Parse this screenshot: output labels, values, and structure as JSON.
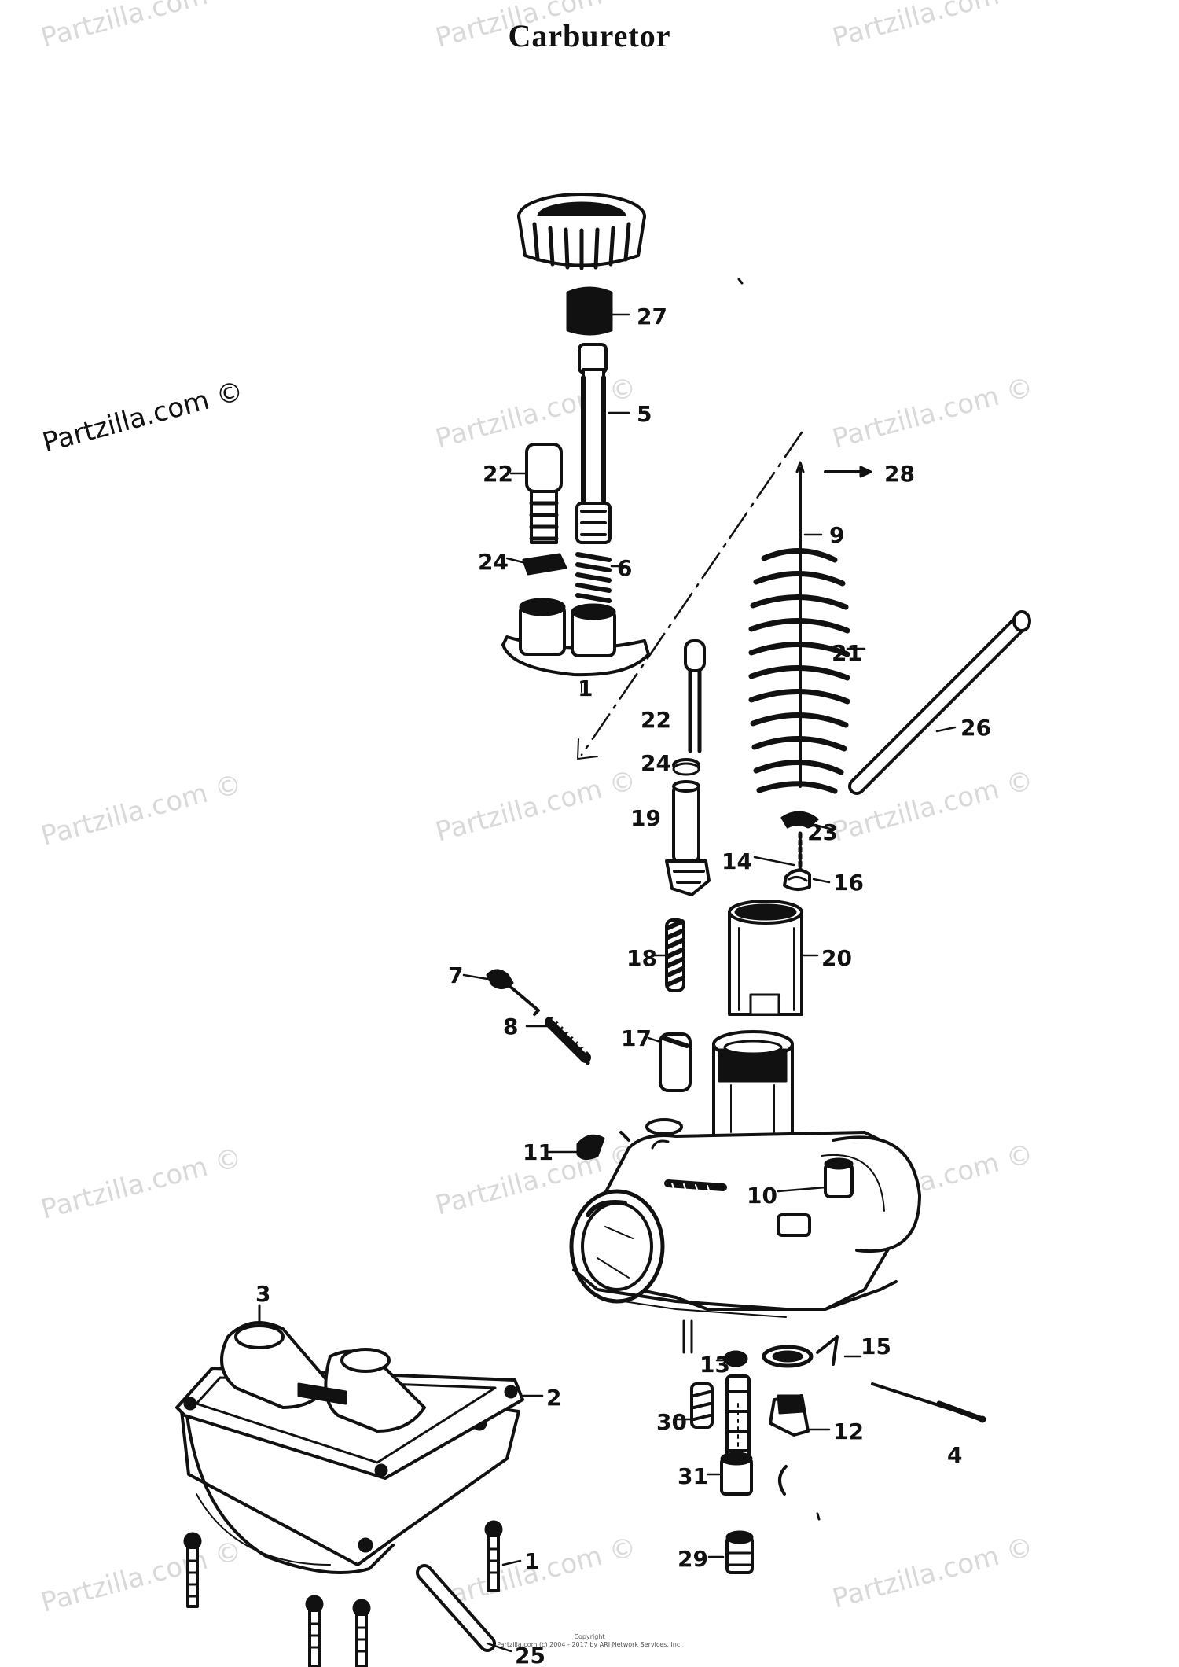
{
  "title": "Carburetor",
  "watermark_text": "Partzilla.com ©",
  "copyright": {
    "line1": "Copyright",
    "line2": "Partzilla.com (c) 2004 - 2017 by ARI Network Services, Inc."
  },
  "callouts": [
    "27",
    "5",
    "22",
    "24",
    "6",
    "1",
    "28",
    "9",
    "21",
    "22",
    "24",
    "26",
    "19",
    "23",
    "14",
    "16",
    "18",
    "20",
    "7",
    "8",
    "17",
    "11",
    "10",
    "3",
    "2",
    "15",
    "13",
    "30",
    "12",
    "4",
    "31",
    "29",
    "1",
    "25"
  ]
}
